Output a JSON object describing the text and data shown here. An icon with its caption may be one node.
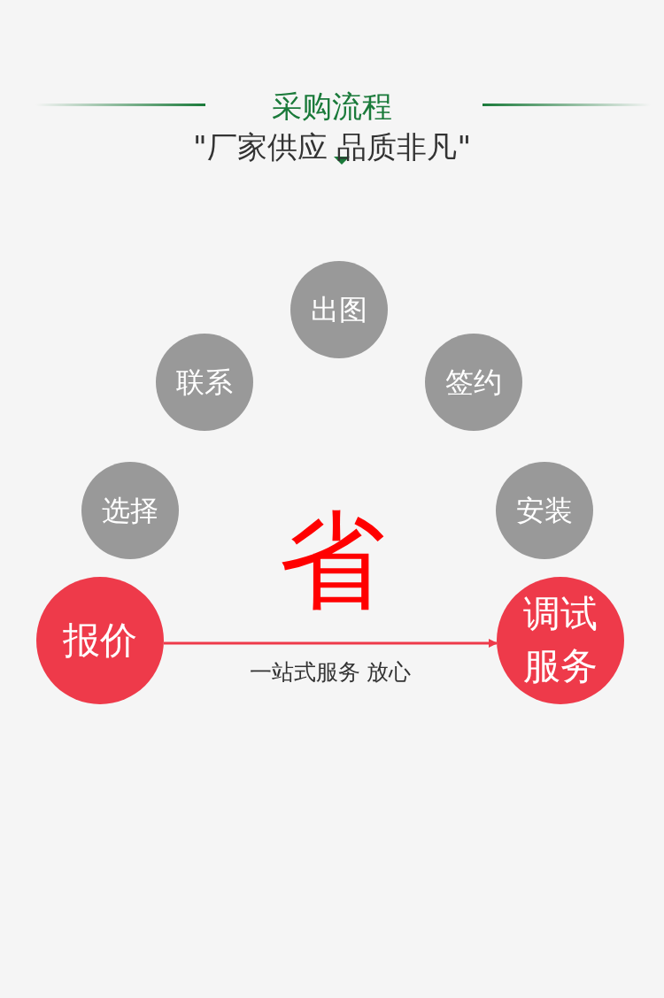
{
  "diagram": {
    "title": "采购流程",
    "nodes": [
      {
        "text": [
          "出图"
        ]
      },
      {
        "text": [
          "联系"
        ]
      },
      {
        "text": [
          "签约"
        ]
      },
      {
        "text": [
          "选择"
        ]
      },
      {
        "text": [
          "安装"
        ]
      },
      {
        "text": [
          "报价"
        ]
      },
      {
        "text": [
          "调试服务"
        ]
      }
    ],
    "edges": [
      {
        "from": 5,
        "to": 6,
        "arrow": "to",
        "label": "一站式服务 放心"
      }
    ],
    "labels": [
      "\"厂家供应 品质非凡\"",
      "省"
    ]
  }
}
